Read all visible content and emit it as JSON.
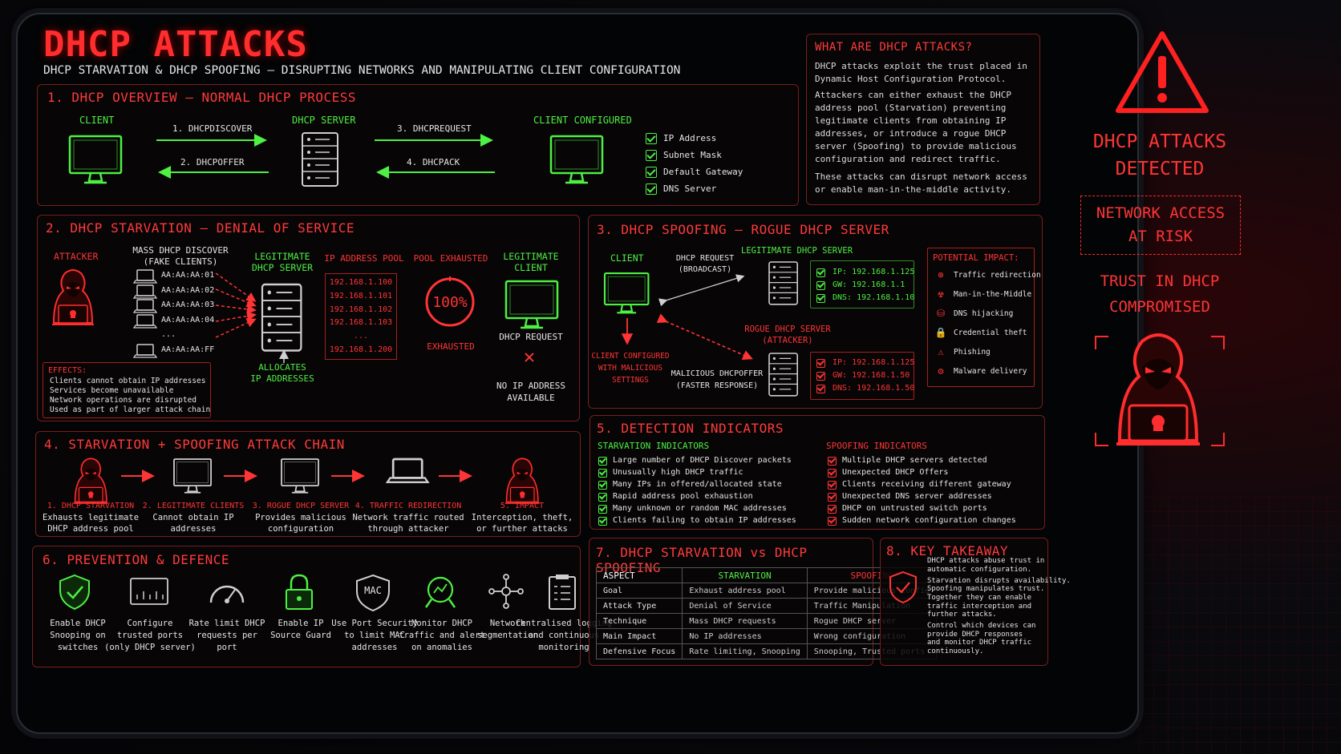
{
  "header": {
    "title": "DHCP ATTACKS",
    "subtitle": "DHCP STARVATION & DHCP SPOOFING – DISRUPTING NETWORKS AND MANIPULATING CLIENT CONFIGURATION"
  },
  "what": {
    "title": "WHAT ARE DHCP ATTACKS?",
    "p1": "DHCP attacks exploit the trust placed in Dynamic Host Configuration Protocol.",
    "p2": "Attackers can either exhaust the DHCP address pool (Starvation) preventing legitimate clients from obtaining IP addresses, or introduce a rogue DHCP server (Spoofing) to provide malicious configuration and redirect traffic.",
    "p3": "These attacks can disrupt network access or enable man-in-the-middle activity."
  },
  "overview": {
    "title": "1. DHCP OVERVIEW – NORMAL DHCP PROCESS",
    "client": "CLIENT",
    "server": "DHCP SERVER",
    "configured": "CLIENT CONFIGURED",
    "m1": "1. DHCPDISCOVER",
    "m2": "2. DHCPOFFER",
    "m3": "3. DHCPREQUEST",
    "m4": "4. DHCPACK",
    "items": [
      "IP Address",
      "Subnet Mask",
      "Default Gateway",
      "DNS Server"
    ]
  },
  "starv": {
    "title": "2. DHCP STARVATION – DENIAL OF SERVICE",
    "attacker": "ATTACKER",
    "mass": "MASS DHCP DISCOVER",
    "fake": "(FAKE CLIENTS)",
    "macs": [
      "AA:AA:AA:01",
      "AA:AA:AA:02",
      "AA:AA:AA:03",
      "AA:AA:AA:04",
      "...",
      "AA:AA:AA:FF"
    ],
    "server1": "LEGITIMATE",
    "server2": "DHCP SERVER",
    "alloc1": "ALLOCATES",
    "alloc2": "IP ADDRESSES",
    "pool": "IP ADDRESS POOL",
    "ips": [
      "192.168.1.100",
      "192.168.1.101",
      "192.168.1.102",
      "192.168.1.103",
      "...",
      "192.168.1.200"
    ],
    "exhausted": "POOL EXHAUSTED",
    "pct": "100%",
    "exh": "EXHAUSTED",
    "lc1": "LEGITIMATE",
    "lc2": "CLIENT",
    "req": "DHCP REQUEST",
    "noip1": "NO IP ADDRESS",
    "noip2": "AVAILABLE",
    "effects": "EFFECTS:",
    "effectList": [
      "Clients cannot obtain IP addresses",
      "Services become unavailable",
      "Network operations are disrupted",
      "Used as part of larger attack chain"
    ]
  },
  "spoof": {
    "title": "3. DHCP SPOOFING – ROGUE DHCP SERVER",
    "client": "CLIENT",
    "req1": "DHCP REQUEST",
    "req2": "(BROADCAST)",
    "legit": "LEGITIMATE DHCP SERVER",
    "lip": "IP: 192.168.1.125",
    "lgw": "GW: 192.168.1.1",
    "ldns": "DNS: 192.168.1.10",
    "rogue1": "ROGUE DHCP SERVER",
    "rogue2": "(ATTACKER)",
    "rip": "IP: 192.168.1.125",
    "rgw": "GW: 192.168.1.50",
    "rdns": "DNS: 192.168.1.50",
    "cc1": "CLIENT CONFIGURED",
    "cc2": "WITH MALICIOUS",
    "cc3": "SETTINGS",
    "mo1": "MALICIOUS DHCPOFFER",
    "mo2": "(FASTER RESPONSE)",
    "impact": "POTENTIAL IMPACT:",
    "impacts": [
      "Traffic redirection",
      "Man-in-the-Middle",
      "DNS hijacking",
      "Credential theft",
      "Phishing",
      "Malware delivery"
    ]
  },
  "chain": {
    "title": "4. STARVATION + SPOOFING ATTACK CHAIN",
    "steps": [
      {
        "t": "1. DHCP STARVATION",
        "d1": "Exhausts legitimate",
        "d2": "DHCP address pool"
      },
      {
        "t": "2. LEGITIMATE CLIENTS",
        "d1": "Cannot obtain IP",
        "d2": "addresses"
      },
      {
        "t": "3. ROGUE DHCP SERVER",
        "d1": "Provides malicious",
        "d2": "configuration"
      },
      {
        "t": "4. TRAFFIC REDIRECTION",
        "d1": "Network traffic routed",
        "d2": "through attacker"
      },
      {
        "t": "5. IMPACT",
        "d1": "Interception, theft,",
        "d2": "or further attacks"
      }
    ]
  },
  "detect": {
    "title": "5. DETECTION INDICATORS",
    "st": "STARVATION INDICATORS",
    "sp": "SPOOFING INDICATORS",
    "stList": [
      "Large number of DHCP Discover packets",
      "Unusually high DHCP traffic",
      "Many IPs in offered/allocated state",
      "Rapid address pool exhaustion",
      "Many unknown or random MAC addresses",
      "Clients failing to obtain IP addresses"
    ],
    "spList": [
      "Multiple DHCP servers detected",
      "Unexpected DHCP Offers",
      "Clients receiving different gateway",
      "Unexpected DNS server addresses",
      "DHCP on untrusted switch ports",
      "Sudden network configuration changes"
    ]
  },
  "prevent": {
    "title": "6. PREVENTION & DEFENCE",
    "items": [
      {
        "a": "Enable DHCP",
        "b": "Snooping on",
        "c": "switches"
      },
      {
        "a": "Configure",
        "b": "trusted ports",
        "c": "(only DHCP server)"
      },
      {
        "a": "Rate limit DHCP",
        "b": "requests per",
        "c": "port"
      },
      {
        "a": "Enable IP",
        "b": "Source Guard",
        "c": ""
      },
      {
        "a": "Use Port Security",
        "b": "to limit MAC",
        "c": "addresses"
      },
      {
        "a": "Monitor DHCP",
        "b": "traffic and alert",
        "c": "on anomalies"
      },
      {
        "a": "Network",
        "b": "segmentation",
        "c": ""
      },
      {
        "a": "Centralised logging",
        "b": "and continuous",
        "c": "monitoring"
      }
    ],
    "mac": "MAC"
  },
  "compare": {
    "title": "7. DHCP STARVATION vs DHCP SPOOFING",
    "head": [
      "ASPECT",
      "STARVATION",
      "SPOOFING"
    ],
    "rows": [
      [
        "Goal",
        "Exhaust address pool",
        "Provide malicious config"
      ],
      [
        "Attack Type",
        "Denial of Service",
        "Traffic Manipulation"
      ],
      [
        "Technique",
        "Mass DHCP requests",
        "Rogue DHCP server"
      ],
      [
        "Main Impact",
        "No IP addresses",
        "Wrong configuration"
      ],
      [
        "Defensive Focus",
        "Rate limiting, Snooping",
        "Snooping, Trusted ports"
      ]
    ]
  },
  "takeaway": {
    "title": "8. KEY TAKEAWAY",
    "lines": [
      "DHCP attacks abuse trust in",
      "automatic configuration.",
      "Starvation disrupts availability.",
      "Spoofing manipulates trust.",
      "Together they can enable",
      "traffic interception and",
      "further attacks.",
      "Control which devices can",
      "provide DHCP responses",
      "and monitor DHCP traffic",
      "continuously."
    ]
  },
  "side": {
    "detected1": "DHCP ATTACKS",
    "detected2": "DETECTED",
    "risk1": "NETWORK ACCESS",
    "risk2": "AT RISK",
    "trust1": "TRUST IN DHCP",
    "trust2": "COMPROMISED"
  }
}
